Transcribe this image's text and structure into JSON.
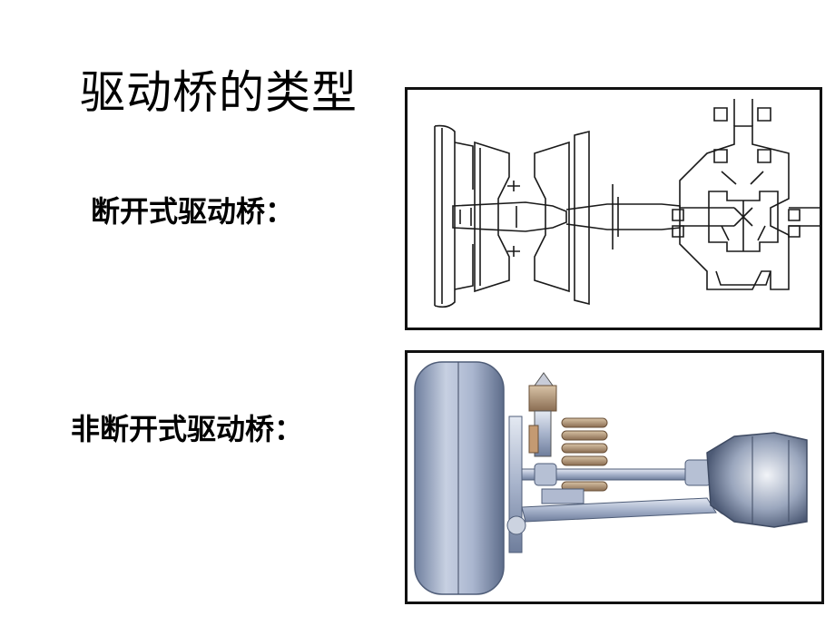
{
  "slide": {
    "title": "驱动桥的类型",
    "items": [
      {
        "label": "断开式驱动桥："
      },
      {
        "label": "非断开式驱动桥："
      }
    ]
  },
  "figures": [
    {
      "kind": "line-drawing",
      "subject": "drive-axle-cross-section"
    },
    {
      "kind": "shaded-illustration",
      "subject": "wheel-suspension-driveshaft"
    }
  ],
  "colors": {
    "frame_border": "#111111",
    "drawing_line": "#1a1a1a",
    "steel_blue": "#9aa9c4",
    "spring_brown": "#a88a6a"
  }
}
